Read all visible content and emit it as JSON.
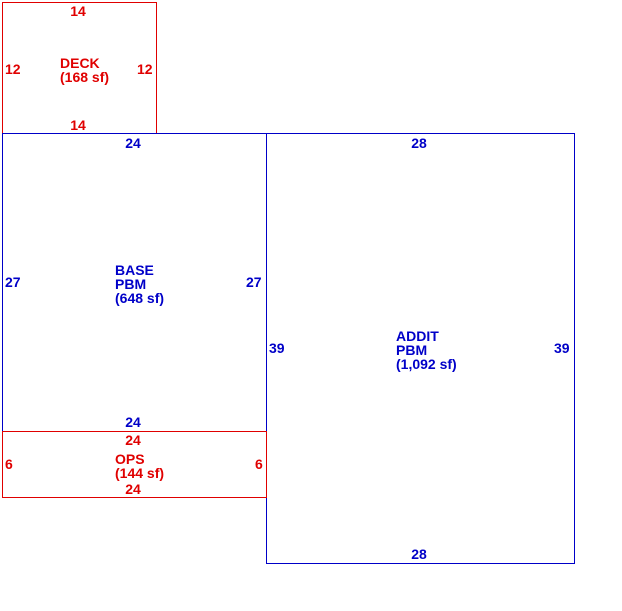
{
  "colors": {
    "deck": "#e00000",
    "base": "#0000c8",
    "addit": "#0000c8",
    "ops": "#e00000"
  },
  "deck": {
    "name": "DECK",
    "area": "(168 sf)",
    "top": "14",
    "bottom": "14",
    "left": "12",
    "right": "12"
  },
  "base": {
    "name": "BASE",
    "sub": "PBM",
    "area": "(648 sf)",
    "top": "24",
    "bottom": "24",
    "left": "27",
    "right": "27"
  },
  "addit": {
    "name": "ADDIT",
    "sub": "PBM",
    "area": "(1,092 sf)",
    "top": "28",
    "bottom": "28",
    "left": "39",
    "right": "39"
  },
  "ops": {
    "name": "OPS",
    "area": "(144 sf)",
    "top": "24",
    "bottom": "24",
    "left": "6",
    "right": "6"
  }
}
